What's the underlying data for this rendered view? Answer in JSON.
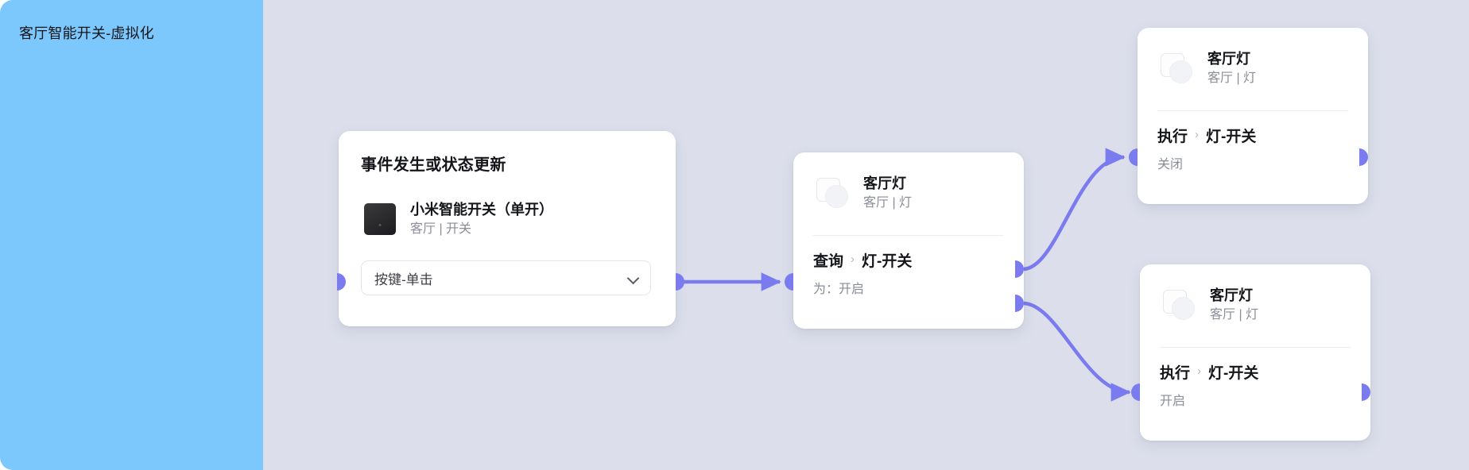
{
  "sidebar": {
    "title": "客厅智能开关-虚拟化",
    "bg_color": "#7cc8fd"
  },
  "canvas": {
    "bg_color": "#dcdfeb",
    "edge_color": "#7b7bf0",
    "port_color": "#7b7bf0"
  },
  "nodes": {
    "trigger": {
      "title": "事件发生或状态更新",
      "device": {
        "name": "小米智能开关（单开）",
        "meta": "客厅 | 开关",
        "icon": "switch-icon"
      },
      "select": {
        "value": "按键-单击",
        "caret_icon": "chevron-down-icon"
      }
    },
    "condition": {
      "device": {
        "name": "客厅灯",
        "meta": "客厅 | 灯",
        "icon": "lamp-icon"
      },
      "action": {
        "verb": "查询",
        "separator_icon": "chevron-right-icon",
        "target": "灯-开关",
        "value": "为：开启"
      }
    },
    "action_off": {
      "device": {
        "name": "客厅灯",
        "meta": "客厅 | 灯",
        "icon": "lamp-icon"
      },
      "action": {
        "verb": "执行",
        "separator_icon": "chevron-right-icon",
        "target": "灯-开关",
        "value": "关闭"
      }
    },
    "action_on": {
      "device": {
        "name": "客厅灯",
        "meta": "客厅 | 灯",
        "icon": "lamp-icon"
      },
      "action": {
        "verb": "执行",
        "separator_icon": "chevron-right-icon",
        "target": "灯-开关",
        "value": "开启"
      }
    }
  }
}
